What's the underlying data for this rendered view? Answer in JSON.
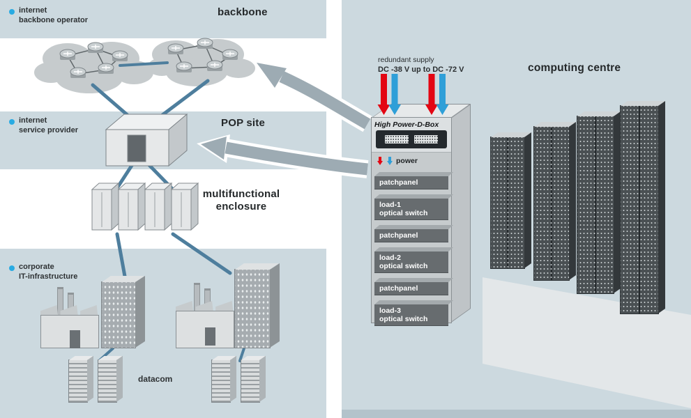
{
  "left": {
    "heading_backbone": "backbone",
    "heading_pop": "POP site",
    "heading_enclosure": [
      "multifunctional",
      "enclosure"
    ],
    "labels": {
      "ibo": [
        "internet",
        "backbone operator"
      ],
      "isp": [
        "internet",
        "service provider"
      ],
      "corp": [
        "corporate",
        "IT-infrastructure"
      ]
    },
    "datacom": "datacom"
  },
  "right": {
    "heading": "computing centre",
    "supply": [
      "redundant supply",
      "DC -38 V up to DC -72 V"
    ],
    "dbox": "High Power-D-Box",
    "power": "power",
    "modules": [
      {
        "line1": "patchpanel",
        "line2": ""
      },
      {
        "line1": "load-1",
        "line2": "optical switch"
      },
      {
        "line1": "patchpanel",
        "line2": ""
      },
      {
        "line1": "load-2",
        "line2": "optical switch"
      },
      {
        "line1": "patchpanel",
        "line2": ""
      },
      {
        "line1": "load-3",
        "line2": "optical switch"
      }
    ]
  },
  "colors": {
    "bullet_cyan": "#29abe2",
    "arrow_red": "#e30613",
    "arrow_blue": "#2f9fd8",
    "line_steel": "#4e7e9d",
    "panel_blue": "#ccd9df"
  }
}
